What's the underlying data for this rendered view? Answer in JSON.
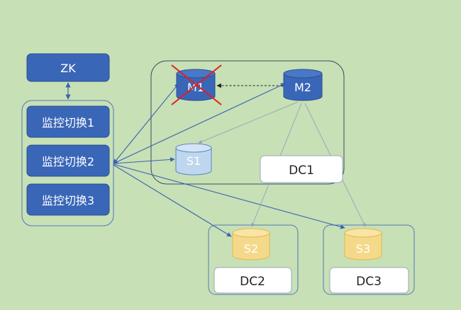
{
  "zk": {
    "label": "ZK"
  },
  "monitors": [
    {
      "label": "监控切换1"
    },
    {
      "label": "监控切换2"
    },
    {
      "label": "监控切换3"
    }
  ],
  "dc1": {
    "label": "DC1",
    "m1": "M1",
    "m2": "M2",
    "s1": "S1"
  },
  "dc2": {
    "label": "DC2",
    "s2": "S2"
  },
  "dc3": {
    "label": "DC3",
    "s3": "S3"
  },
  "colors": {
    "background": "#c7e0b6",
    "node_blue": "#3a66b8",
    "node_light": "#bfd7ee",
    "node_yellow": "#f5d98a",
    "line_blue": "#4a72b8",
    "line_gray": "#9aa9b8",
    "cross_red": "#e02020"
  }
}
